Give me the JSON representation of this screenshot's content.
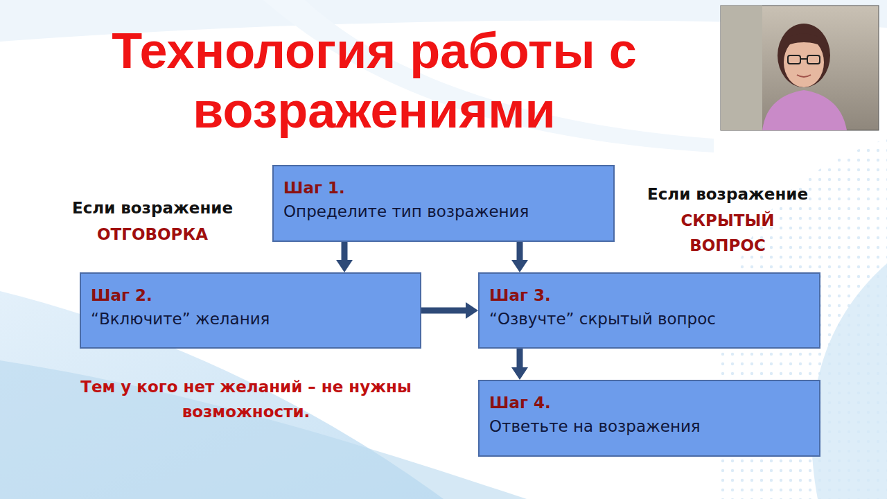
{
  "diagram": {
    "title": "Технология работы с возражениями",
    "nodes": [
      {
        "text": [
          "Шаг 1.",
          "Определите тип возражения"
        ]
      },
      {
        "text": [
          "Шаг 2.",
          "“Включите” желания"
        ]
      },
      {
        "text": [
          "Шаг 3.",
          "“Озвучте” скрытый вопрос"
        ]
      },
      {
        "text": [
          "Шаг 4.",
          "Ответьте на возражения"
        ]
      }
    ],
    "edges": [
      {
        "from": 0,
        "to": 1,
        "arrow": "to"
      },
      {
        "from": 0,
        "to": 2,
        "arrow": "to"
      },
      {
        "from": 1,
        "to": 2,
        "arrow": "to"
      },
      {
        "from": 2,
        "to": 3,
        "arrow": "to"
      }
    ],
    "labels": [
      "Если возражение",
      "ОТГОВОРКА",
      "Если возражение",
      "СКРЫТЫЙ ВОПРОС",
      "Тем у кого нет желаний – не нужны возможности."
    ]
  }
}
